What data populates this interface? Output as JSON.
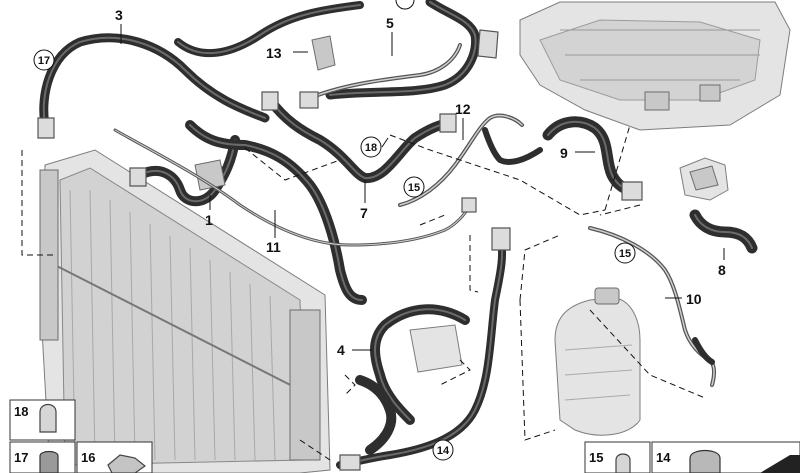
{
  "callouts": {
    "n1": "1",
    "n3": "3",
    "n4": "4",
    "n5": "5",
    "n7": "7",
    "n8": "8",
    "n9": "9",
    "n10": "10",
    "n11": "11",
    "n12": "12",
    "n13": "13",
    "n14": "14",
    "n15a": "15",
    "n15b": "15",
    "n17": "17",
    "n18": "18"
  },
  "legend": {
    "c18": "18",
    "c17": "17",
    "c16": "16",
    "c15": "15",
    "c14": "14"
  }
}
